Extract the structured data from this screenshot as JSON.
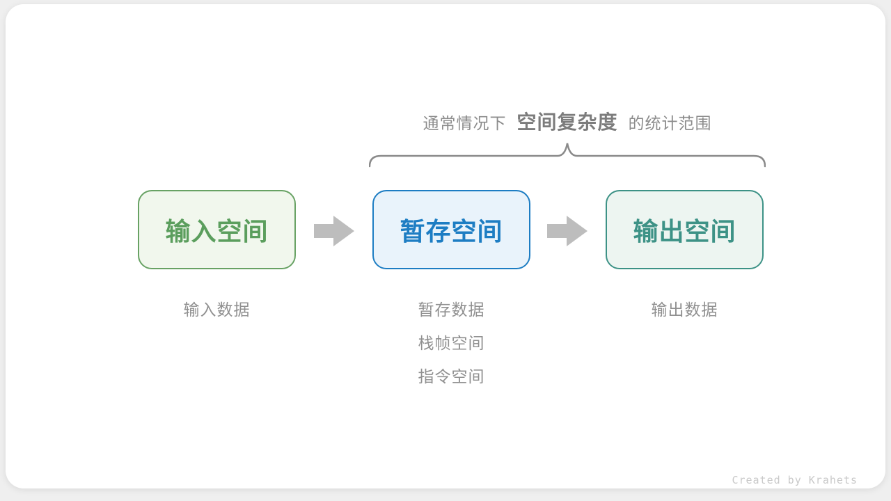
{
  "title": {
    "prefix": "通常情况下",
    "highlight": "空间复杂度",
    "suffix": "的统计范围"
  },
  "boxes": [
    {
      "id": "input-space",
      "label": "输入空间",
      "text_color": "#5b9e5d",
      "border_color": "#68a264",
      "bg_color": "#f1f7ed"
    },
    {
      "id": "temp-space",
      "label": "暂存空间",
      "text_color": "#1d7dc3",
      "border_color": "#1d7dc3",
      "bg_color": "#e9f3fb"
    },
    {
      "id": "output-space",
      "label": "输出空间",
      "text_color": "#3d9286",
      "border_color": "#3d9286",
      "bg_color": "#edf5f1"
    }
  ],
  "notes": [
    {
      "lines": [
        "输入数据"
      ]
    },
    {
      "lines": [
        "暂存数据",
        "栈帧空间",
        "指令空间"
      ]
    },
    {
      "lines": [
        "输出数据"
      ]
    }
  ],
  "colors": {
    "arrow": "#bdbdbd",
    "brace": "#8a8a8a",
    "card_background": "#ffffff",
    "page_background": "#efefef",
    "title_regular": "#8c8c8c",
    "title_bold": "#7c7c7c",
    "note_text": "#909090",
    "credit_text": "#c9c9c9"
  },
  "credit": "Created by Krahets"
}
